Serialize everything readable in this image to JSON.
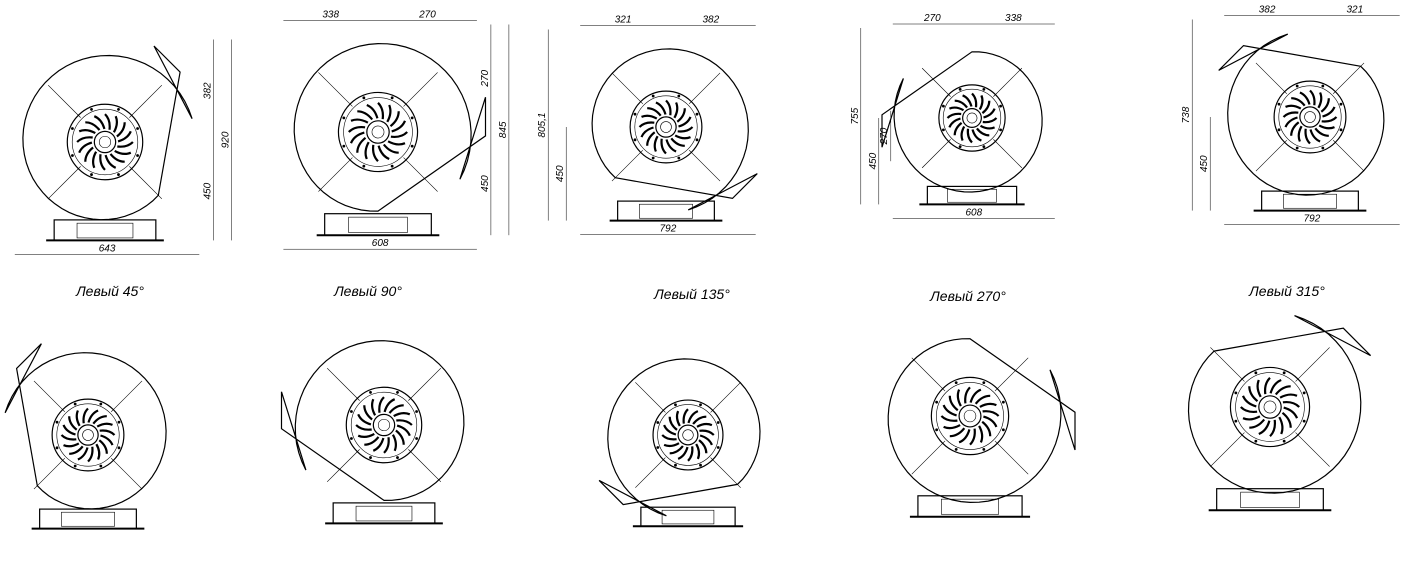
{
  "captions": [
    "Левый 45°",
    "Левый 90°",
    "Левый 135°",
    "Левый 270°",
    "Левый 315°"
  ],
  "views": [
    {
      "name": "left-45",
      "angle": 45,
      "dims": {
        "top_a": "",
        "top_b": "",
        "right_upper": "382",
        "right_total": "920",
        "right_lower": "450",
        "bottom": "643",
        "left_total": "",
        "left_mid": "",
        "left_lower": ""
      }
    },
    {
      "name": "left-90",
      "angle": 90,
      "dims": {
        "top_a": "338",
        "top_b": "270",
        "right_upper": "270",
        "right_total": "845",
        "right_lower": "450",
        "bottom": "608",
        "left_total": "",
        "left_mid": "",
        "left_lower": ""
      }
    },
    {
      "name": "left-135",
      "angle": 135,
      "dims": {
        "top_a": "321",
        "top_b": "382",
        "right_upper": "",
        "right_total": "",
        "right_lower": "",
        "bottom": "792",
        "left_total": "805,1",
        "left_mid": "",
        "left_lower": "450"
      }
    },
    {
      "name": "left-270",
      "angle": 270,
      "dims": {
        "top_a": "270",
        "top_b": "338",
        "right_upper": "",
        "right_total": "",
        "right_lower": "",
        "bottom": "608",
        "left_total": "755",
        "left_mid": "270",
        "left_lower": "450"
      }
    },
    {
      "name": "left-315",
      "angle": 315,
      "dims": {
        "top_a": "382",
        "top_b": "321",
        "right_upper": "",
        "right_total": "",
        "right_lower": "",
        "bottom": "792",
        "left_total": "738",
        "left_mid": "",
        "left_lower": "450"
      }
    }
  ],
  "mirror_views": [
    {
      "name": "right-45",
      "angle": 45
    },
    {
      "name": "right-90",
      "angle": 90
    },
    {
      "name": "right-135",
      "angle": 135
    },
    {
      "name": "right-270",
      "angle": 270
    },
    {
      "name": "right-315",
      "angle": 315
    }
  ]
}
